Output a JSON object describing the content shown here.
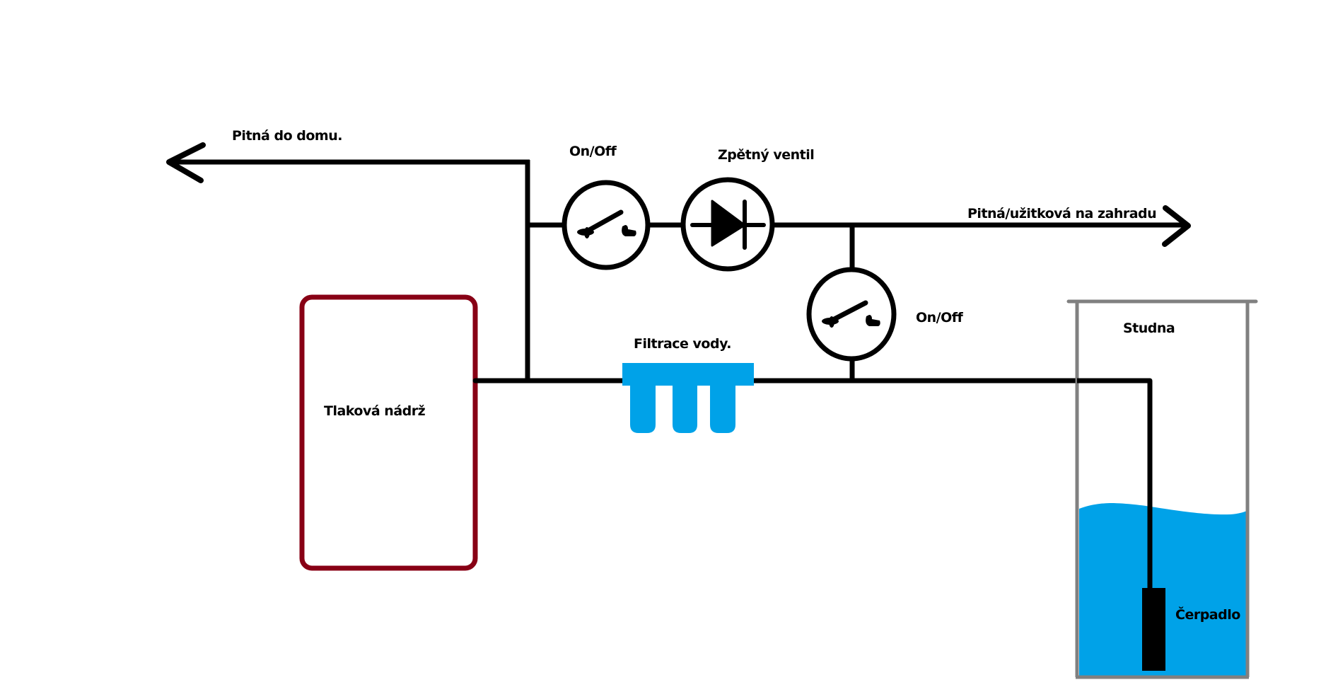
{
  "diagram": {
    "title": "Well water supply schematic",
    "colors": {
      "pipe": "#000000",
      "tank": "#880015",
      "water": "#00a2e8",
      "filter": "#00a2e8",
      "well_wall": "#808080",
      "background": "#ffffff"
    },
    "labels": {
      "house_outlet": "Pitná do domu.",
      "valve_top": "On/Off",
      "check_valve": "Zpětný ventil",
      "garden_outlet": "Pitná/užitková na zahradu",
      "valve_bypass": "On/Off",
      "filter": "Filtrace vody.",
      "tank": "Tlaková nádrž",
      "well": "Studna",
      "pump": "Čerpadlo"
    },
    "components": [
      {
        "id": "pressure-tank",
        "type": "tank",
        "label_key": "tank"
      },
      {
        "id": "water-filter",
        "type": "filter",
        "cartridges": 3,
        "label_key": "filter"
      },
      {
        "id": "valve-top",
        "type": "on-off-valve",
        "label_key": "valve_top"
      },
      {
        "id": "check-valve",
        "type": "check-valve",
        "label_key": "check_valve"
      },
      {
        "id": "valve-bypass",
        "type": "on-off-valve",
        "label_key": "valve_bypass"
      },
      {
        "id": "well",
        "type": "well",
        "label_key": "well"
      },
      {
        "id": "pump",
        "type": "submersible-pump",
        "label_key": "pump"
      }
    ],
    "outputs": [
      {
        "id": "house",
        "direction": "left",
        "label_key": "house_outlet"
      },
      {
        "id": "garden",
        "direction": "right",
        "label_key": "garden_outlet"
      }
    ]
  }
}
